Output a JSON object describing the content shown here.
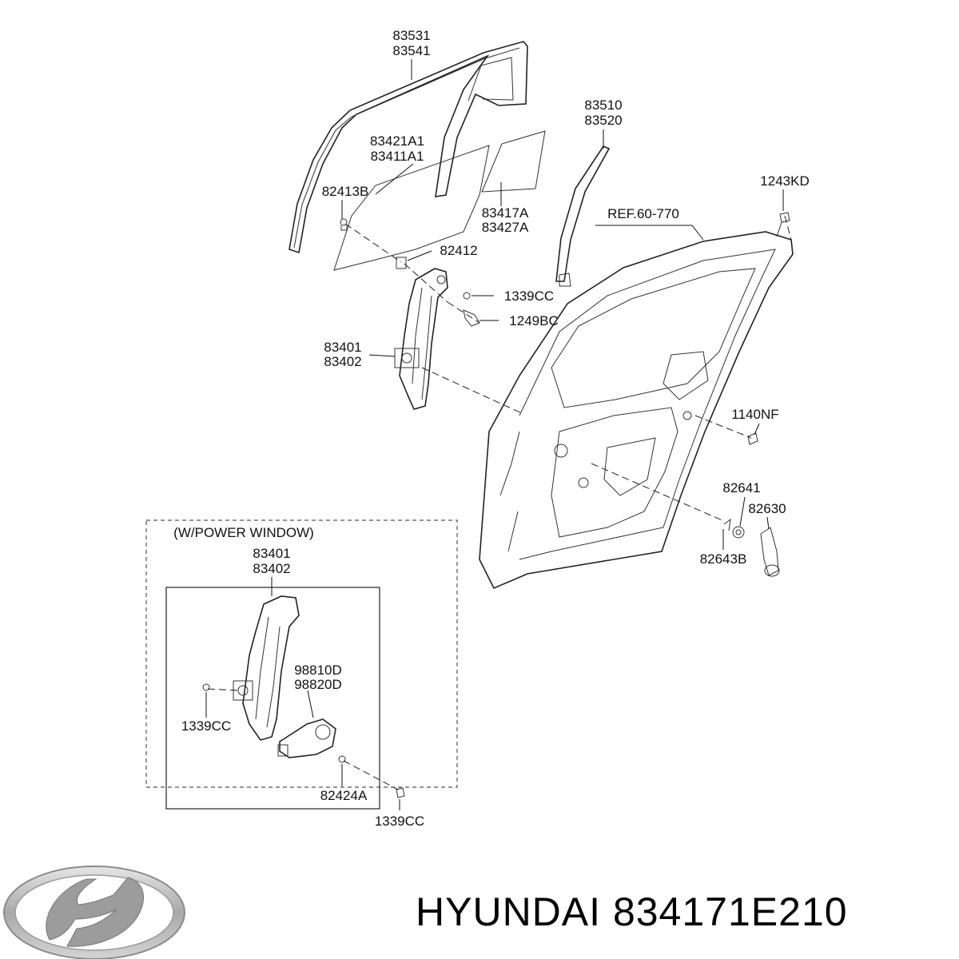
{
  "labels": {
    "l_83531": "83531",
    "l_83541": "83541",
    "l_83510": "83510",
    "l_83520": "83520",
    "l_83421A1": "83421A1",
    "l_83411A1": "83411A1",
    "l_82413B": "82413B",
    "l_83417A": "83417A",
    "l_83427A": "83427A",
    "l_1243KD": "1243KD",
    "l_ref": "REF.60-770",
    "l_82412": "82412",
    "l_1339CC_a": "1339CC",
    "l_1249BC": "1249BC",
    "l_83401_a": "83401",
    "l_83402_a": "83402",
    "l_1140NF": "1140NF",
    "l_82641": "82641",
    "l_82630": "82630",
    "l_82643B": "82643B",
    "l_power": "(W/POWER WINDOW)",
    "l_83401_b": "83401",
    "l_83402_b": "83402",
    "l_98810D": "98810D",
    "l_98820D": "98820D",
    "l_1339CC_b": "1339CC",
    "l_82424A": "82424A",
    "l_1339CC_c": "1339CC"
  },
  "brand": {
    "logo_text": "HYUNDAI",
    "name": "HYUNDAI",
    "part_number": "834171E210"
  }
}
